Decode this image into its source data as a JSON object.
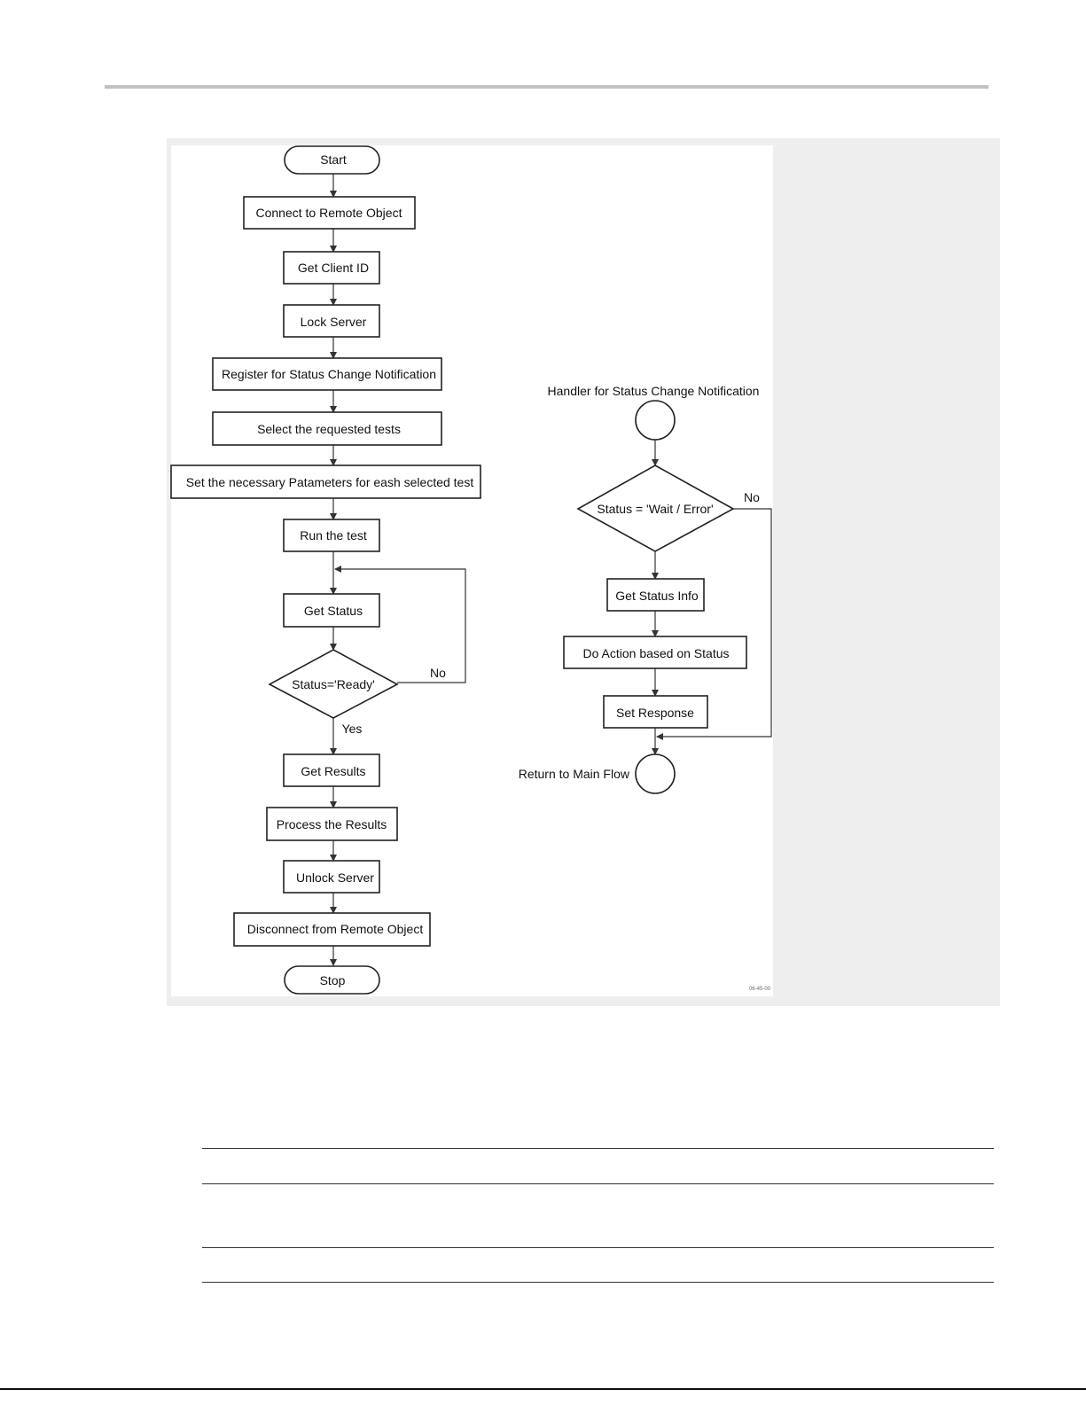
{
  "diagram": {
    "main_flow": {
      "start": "Start",
      "steps": [
        "Connect to Remote Object",
        "Get Client ID",
        "Lock Server",
        "Register for Status Change Notification",
        "Select the requested tests",
        "Set the necessary Patameters for eash selected test",
        "Run the test",
        "Get Status"
      ],
      "decision": "Status='Ready'",
      "decision_yes": "Yes",
      "decision_no": "No",
      "after_steps": [
        "Get Results",
        "Process the Results",
        "Unlock Server",
        "Disconnect from Remote Object"
      ],
      "stop": "Stop"
    },
    "handler": {
      "title": "Handler for Status Change Notification",
      "decision": "Status = 'Wait / Error'",
      "decision_no": "No",
      "steps": [
        "Get Status Info",
        "Do Action based on Status",
        "Set Response"
      ],
      "end_label": "Return to Main Flow"
    },
    "figure_id": "06-45-00"
  }
}
